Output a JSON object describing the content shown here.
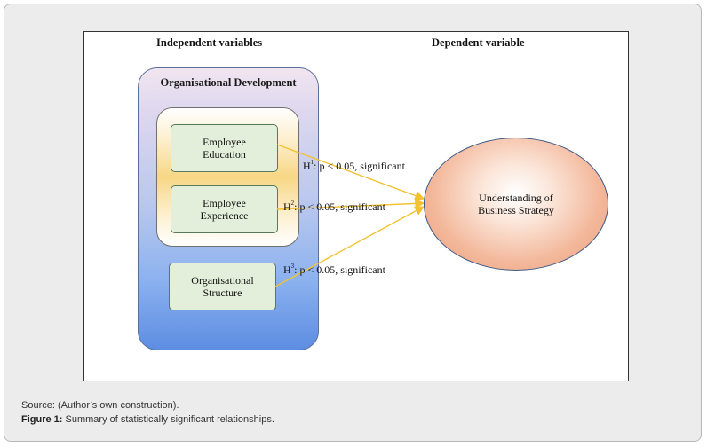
{
  "figure": {
    "independent_header": "Independent variables",
    "dependent_header": "Dependent variable",
    "group_title": "Organisational Development",
    "variables": [
      {
        "id": "education",
        "line1": "Employee",
        "line2": "Education"
      },
      {
        "id": "experience",
        "line1": "Employee",
        "line2": "Experience"
      },
      {
        "id": "structure",
        "line1": "Organisational",
        "line2": "Structure"
      }
    ],
    "dependent": {
      "line1": "Understanding of",
      "line2": "Business Strategy"
    },
    "hypotheses": [
      {
        "label": "H",
        "sup": "1",
        "text": ": p < 0.05, significant"
      },
      {
        "label": "H",
        "sup": "2",
        "text": ": p < 0.05, significant"
      },
      {
        "label": "H",
        "sup": "3",
        "text": ": p < 0.05, significant"
      }
    ],
    "colors": {
      "arrow": "#f2c230",
      "variable_fill": "#e3efdb",
      "outcome_fill": "#f3b79a",
      "group_fill": "#5d8de2"
    }
  },
  "caption": {
    "source": "Source: (Author’s own construction).",
    "figure_label": "Figure 1:",
    "figure_text": " Summary of statistically significant relationships."
  }
}
